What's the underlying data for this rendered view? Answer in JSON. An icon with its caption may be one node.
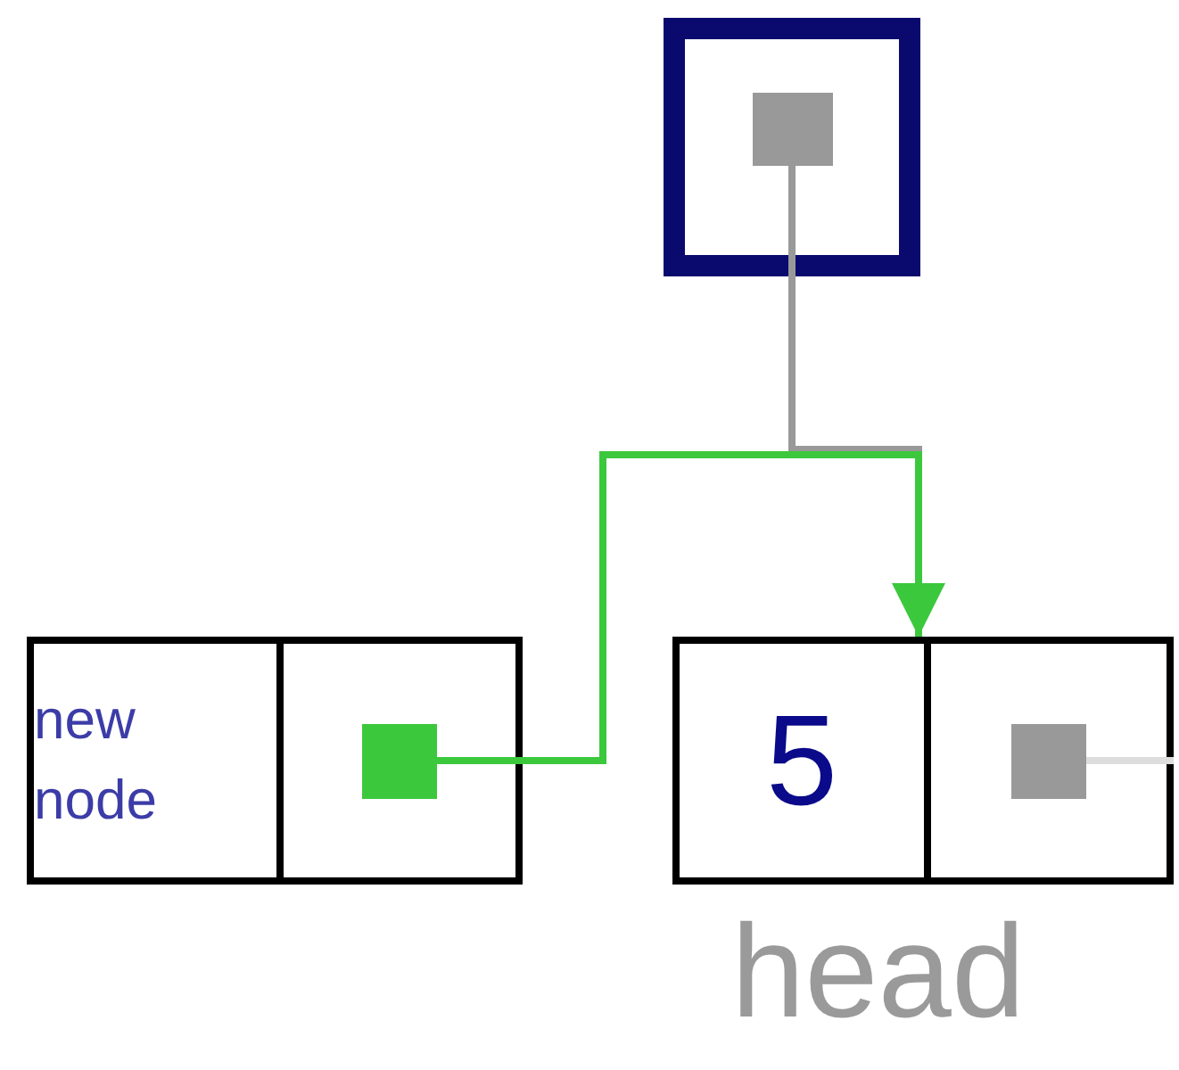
{
  "diagram": {
    "nodes": [
      {
        "text": [],
        "shape": "box"
      },
      {
        "text": [],
        "shape": "box",
        "in": 0
      },
      {
        "text": [
          "new node"
        ]
      },
      {
        "text": [],
        "shape": "box"
      },
      {
        "text": [],
        "shape": "box",
        "in": 3
      },
      {
        "text": [
          "5"
        ]
      },
      {
        "text": [],
        "shape": "box"
      },
      {
        "text": [],
        "shape": "box",
        "in": 6
      }
    ],
    "edges": [
      {
        "from": 1,
        "to": 5,
        "arrow": "none",
        "color": "#999999"
      },
      {
        "from": 4,
        "to": 5,
        "arrow": "to",
        "color": "#3cc83c"
      },
      {
        "from": 7,
        "to": null,
        "arrow": "none",
        "color": "#dddddd"
      }
    ],
    "labels": [
      "head"
    ]
  }
}
